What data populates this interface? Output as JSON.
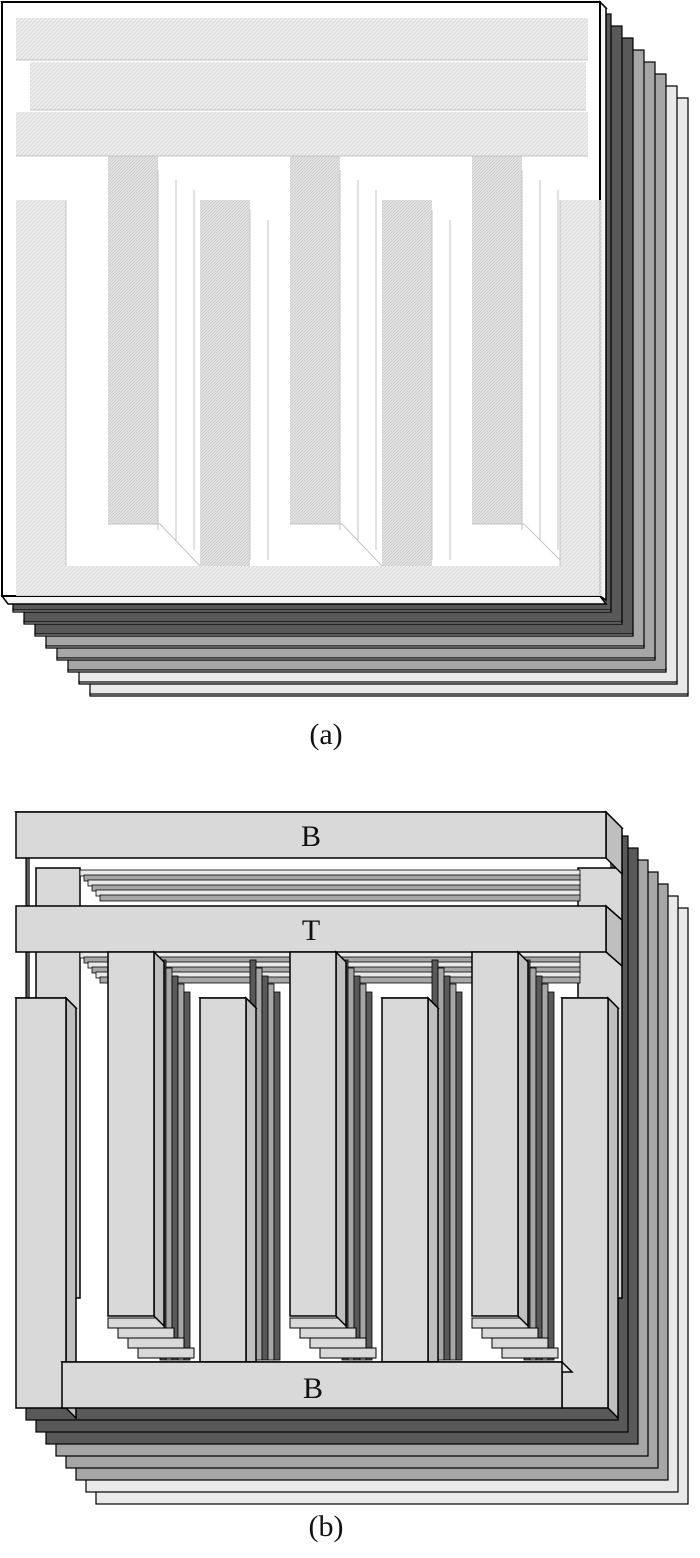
{
  "figure": {
    "panel_a": {
      "caption": "(a)"
    },
    "panel_b": {
      "caption": "(b)",
      "label_top_bar": "B",
      "label_middle_bar": "T",
      "label_bottom_bar": "B"
    }
  },
  "colors": {
    "front_face": "#d9d9d9",
    "light_layer": "#e9e9e9",
    "mid_layer": "#a6a6a6",
    "dark_layer": "#595959",
    "outline": "#000000",
    "cover": "#ffffff"
  }
}
